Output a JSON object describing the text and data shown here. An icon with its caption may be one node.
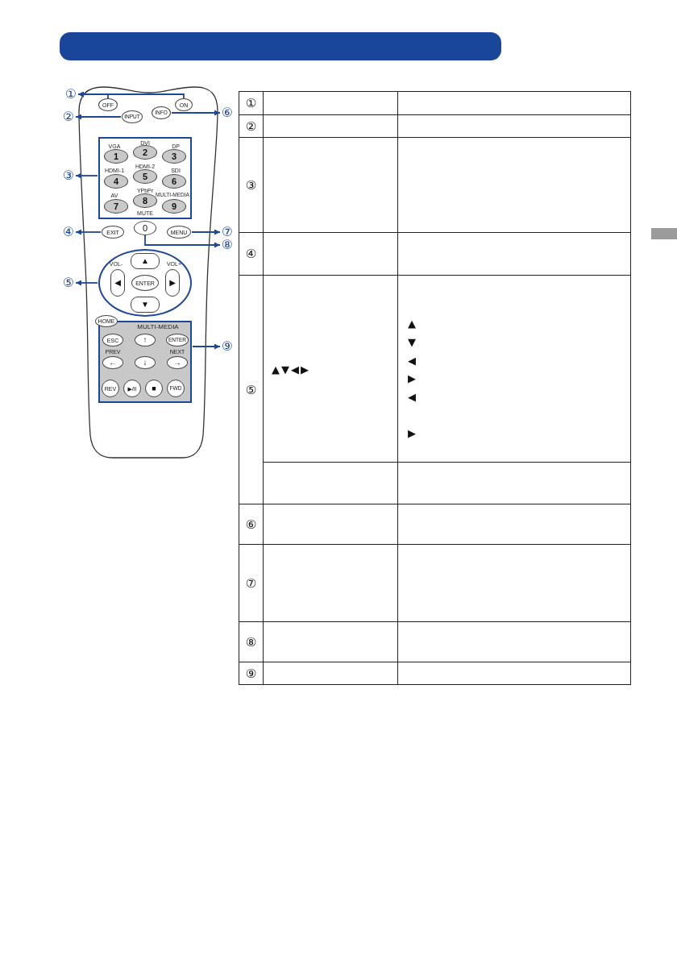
{
  "diagram": {
    "nodes": [
      {
        "text": [
          "①"
        ]
      },
      {
        "text": [
          "OFF"
        ]
      },
      {
        "text": [
          "ON"
        ]
      },
      {
        "text": [
          "②"
        ]
      },
      {
        "text": [
          "INPUT"
        ]
      },
      {
        "text": [
          "INFO"
        ]
      },
      {
        "text": [
          "⑥"
        ]
      },
      {
        "text": [],
        "shape": "box"
      },
      {
        "text": [
          "③"
        ]
      },
      {
        "text": [
          "1"
        ],
        "in": 7,
        "beside": [
          "VGA"
        ]
      },
      {
        "text": [
          "2"
        ],
        "in": 7,
        "beside": [
          "DVI"
        ]
      },
      {
        "text": [
          "3"
        ],
        "in": 7,
        "beside": [
          "DP"
        ]
      },
      {
        "text": [
          "4"
        ],
        "in": 7,
        "beside": [
          "HDMI-1"
        ]
      },
      {
        "text": [
          "5"
        ],
        "in": 7,
        "beside": [
          "HDMI-2"
        ]
      },
      {
        "text": [
          "6"
        ],
        "in": 7,
        "beside": [
          "SDI"
        ]
      },
      {
        "text": [
          "7"
        ],
        "in": 7,
        "beside": [
          "AV"
        ]
      },
      {
        "text": [
          "8"
        ],
        "in": 7,
        "beside": [
          "YPbPr"
        ]
      },
      {
        "text": [
          "9"
        ],
        "in": 7,
        "beside": [
          "MULTI-MEDIA"
        ]
      },
      {
        "text": [
          "④"
        ]
      },
      {
        "text": [
          "EXIT"
        ]
      },
      {
        "text": [
          "0"
        ],
        "beside": [
          "MUTE"
        ]
      },
      {
        "text": [
          "MENU"
        ]
      },
      {
        "text": [
          "⑦"
        ]
      },
      {
        "text": [
          "⑧"
        ]
      },
      {
        "text": [],
        "shape": "ellipse"
      },
      {
        "text": [
          "⑤"
        ]
      },
      {
        "text": [
          "▲"
        ],
        "in": 24
      },
      {
        "text": [
          "◀"
        ],
        "in": 24,
        "beside": [
          "VOL-"
        ]
      },
      {
        "text": [
          "ENTER"
        ],
        "in": 24
      },
      {
        "text": [
          "▶"
        ],
        "in": 24,
        "beside": [
          "VOL+"
        ]
      },
      {
        "text": [
          "▼"
        ],
        "in": 24
      },
      {
        "text": [
          "HOME"
        ]
      },
      {
        "text": [
          "MULTI-MEDIA"
        ]
      },
      {
        "text": [
          "ESC"
        ],
        "in": 32
      },
      {
        "text": [
          "↑"
        ],
        "in": 32
      },
      {
        "text": [
          "ENTER"
        ],
        "in": 32
      },
      {
        "text": [
          "⑨"
        ]
      },
      {
        "text": [
          "←"
        ],
        "in": 32,
        "beside": [
          "PREV"
        ]
      },
      {
        "text": [
          "↓"
        ],
        "in": 32
      },
      {
        "text": [
          "→"
        ],
        "in": 32,
        "beside": [
          "NEXT"
        ]
      },
      {
        "text": [
          "REV"
        ],
        "in": 32
      },
      {
        "text": [
          "▶/II"
        ],
        "in": 32
      },
      {
        "text": [
          "■"
        ],
        "in": 32
      },
      {
        "text": [
          "FWD"
        ],
        "in": 32
      }
    ],
    "edges": [
      {
        "from": 1,
        "to": 0,
        "arrow": "to"
      },
      {
        "from": 2,
        "to": 0,
        "arrow": "to"
      },
      {
        "from": 4,
        "to": 3,
        "arrow": "to"
      },
      {
        "from": 5,
        "to": 6,
        "arrow": "to"
      },
      {
        "from": 7,
        "to": 8,
        "arrow": "to"
      },
      {
        "from": 19,
        "to": 18,
        "arrow": "to"
      },
      {
        "from": 21,
        "to": 22,
        "arrow": "to"
      },
      {
        "from": 20,
        "to": 23,
        "arrow": "to"
      },
      {
        "from": 24,
        "to": 25,
        "arrow": "to"
      },
      {
        "from": 32,
        "to": 36,
        "arrow": "to"
      }
    ],
    "labels": [
      "①",
      "②",
      "③",
      "④",
      "⑤",
      "▲▼◀▶",
      "▲",
      "▼",
      "◀",
      "▶",
      "◀",
      "▶",
      "⑥",
      "⑦",
      "⑧",
      "⑨"
    ]
  }
}
